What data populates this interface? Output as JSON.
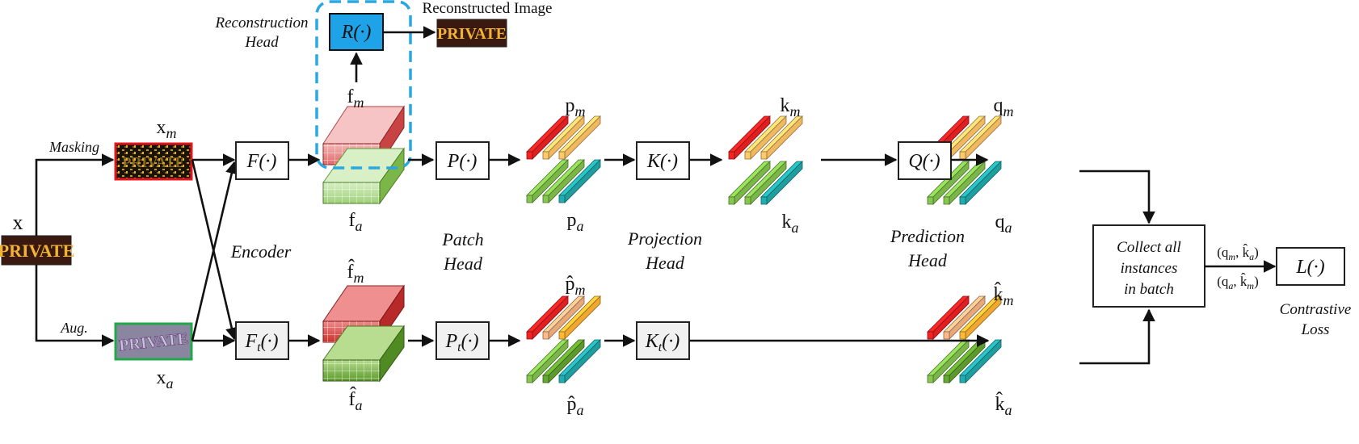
{
  "labels": {
    "reconstructed_image": "Reconstructed Image",
    "reconstruction_head_l1": "Reconstruction",
    "reconstruction_head_l2": "Head",
    "masking": "Masking",
    "aug": "Aug.",
    "x": "x",
    "xm": "x",
    "xm_sub": "m",
    "xa": "x",
    "xa_sub": "a",
    "encoder": "Encoder",
    "patch_head_l1": "Patch",
    "patch_head_l2": "Head",
    "projection_head_l1": "Projection",
    "projection_head_l2": "Head",
    "prediction_head_l1": "Prediction",
    "prediction_head_l2": "Head",
    "contrastive_loss_l1": "Contrastive",
    "contrastive_loss_l2": "Loss",
    "collect_l1": "Collect all",
    "collect_l2": "instances",
    "collect_l3": "in batch",
    "pair_top": "(q",
    "pair_bottom": "(q"
  },
  "boxes": {
    "R": "R(·)",
    "F": "F(·)",
    "Ft_main": "F",
    "Ft_sub": "t",
    "Ft_tail": "(·)",
    "P": "P(·)",
    "Pt_main": "P",
    "Pt_sub": "t",
    "Pt_tail": "(·)",
    "K": "K(·)",
    "Kt_main": "K",
    "Kt_sub": "t",
    "Kt_tail": "(·)",
    "Q": "Q(·)",
    "L": "L(·)"
  },
  "features": {
    "fm": "f",
    "fm_sub": "m",
    "fa": "f",
    "fa_sub": "a",
    "fhm": "f̂",
    "fhm_sub": "m",
    "fha": "f̂",
    "fha_sub": "a",
    "pm": "p",
    "pm_sub": "m",
    "pa": "p",
    "pa_sub": "a",
    "phm": "p̂",
    "phm_sub": "m",
    "pha": "p̂",
    "pha_sub": "a",
    "km": "k",
    "km_sub": "m",
    "ka": "k",
    "ka_sub": "a",
    "qm": "q",
    "qm_sub": "m",
    "qa": "q",
    "qa_sub": "a",
    "khm": "k̂",
    "khm_sub": "m",
    "kha": "k̂",
    "kha_sub": "a"
  },
  "image_text": {
    "input": "PRIVATE",
    "reconstructed": "PRIVATE",
    "augmented": "PRIVATE",
    "masked": "PRIVATE"
  },
  "pair": {
    "top_q_sub": "m",
    "top_k": "k̂",
    "top_k_sub": "a",
    "bottom_q_sub": "a",
    "bottom_k": "k̂",
    "bottom_k_sub": "m"
  },
  "colors": {
    "recon_box_fill": "#1fa3e8",
    "dashed_border": "#2aa7e0",
    "masked_frame": "#e0161c",
    "aug_frame": "#20a84a",
    "red_bar": "#e02020",
    "orange_bar": "#f0b860",
    "green_bar": "#7ab648",
    "teal_bar": "#1f9ea0"
  }
}
